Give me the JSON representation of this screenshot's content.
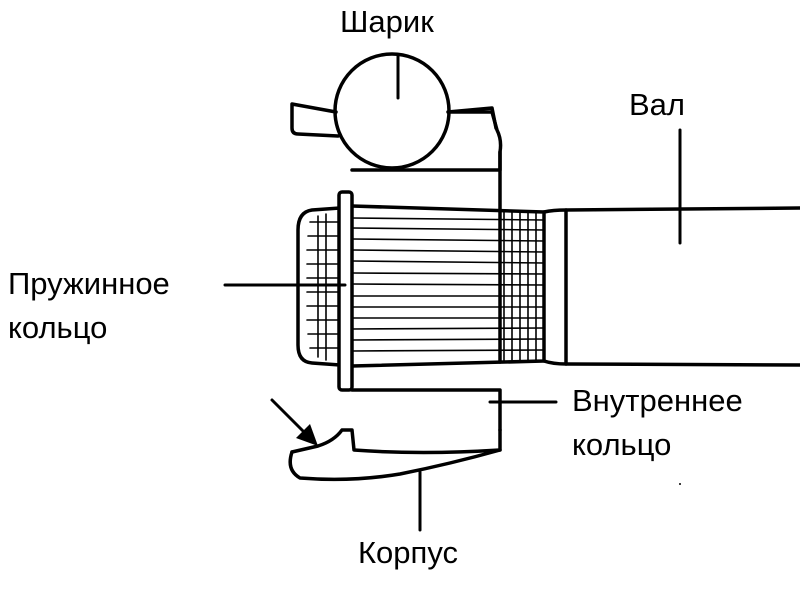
{
  "labels": {
    "ball": "Шарик",
    "shaft": "Вал",
    "snap_ring_line1": "Пружинное",
    "snap_ring_line2": "кольцо",
    "inner_race_line1": "Внутреннее",
    "inner_race_line2": "кольцо",
    "housing": "Корпус"
  }
}
